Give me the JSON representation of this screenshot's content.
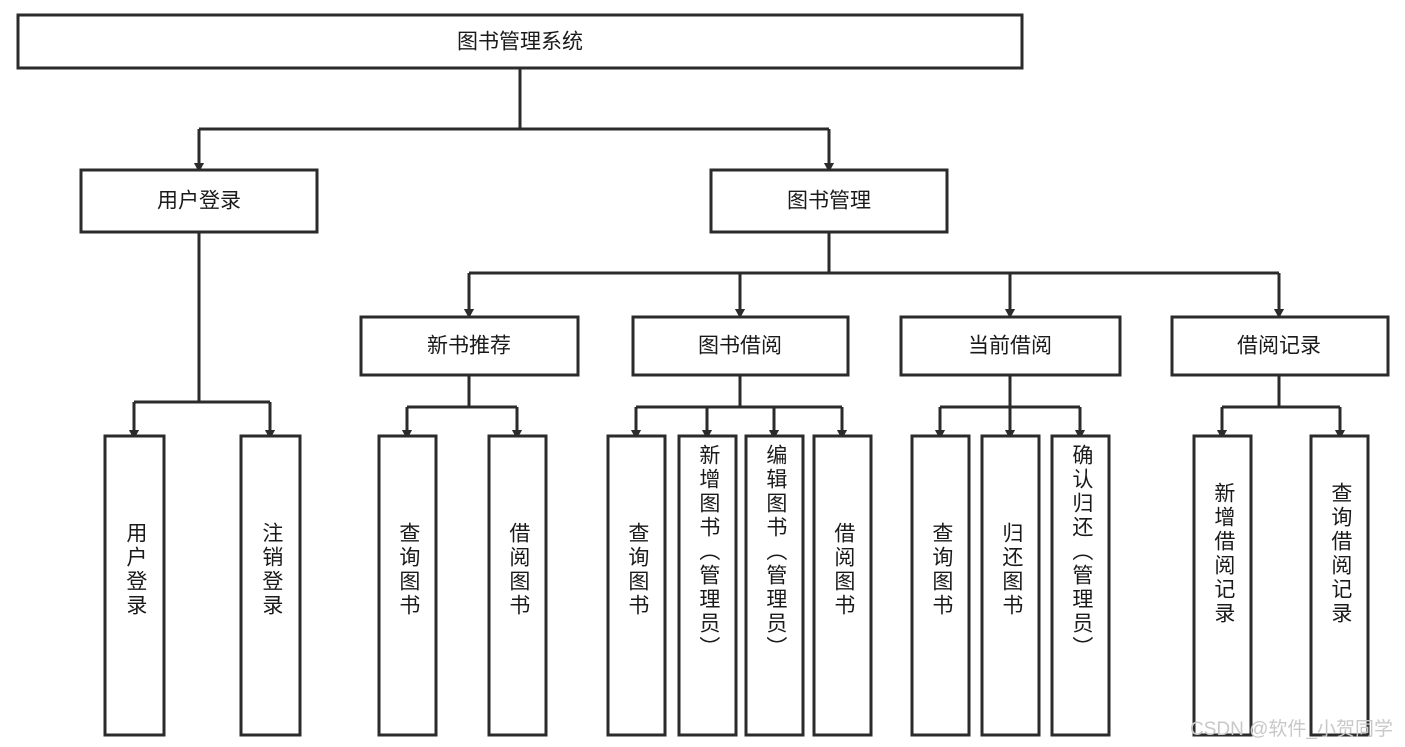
{
  "diagram": {
    "title": "图书管理系统",
    "type": "tree-hierarchy-chart",
    "root": {
      "id": "root",
      "label": "图书管理系统",
      "orientation": "horizontal"
    },
    "level2": [
      {
        "id": "user-login",
        "label": "用户登录",
        "orientation": "horizontal"
      },
      {
        "id": "book-manage",
        "label": "图书管理",
        "orientation": "horizontal"
      }
    ],
    "level3": [
      {
        "id": "new-book-recommend",
        "label": "新书推荐",
        "orientation": "horizontal"
      },
      {
        "id": "book-borrow",
        "label": "图书借阅",
        "orientation": "horizontal"
      },
      {
        "id": "current-borrow",
        "label": "当前借阅",
        "orientation": "horizontal"
      },
      {
        "id": "borrow-record",
        "label": "借阅记录",
        "orientation": "horizontal"
      }
    ],
    "leaves": {
      "user_login": [
        {
          "id": "leaf-user-login",
          "label": "用户登录",
          "orientation": "vertical"
        },
        {
          "id": "leaf-logout-login",
          "label": "注销登录",
          "orientation": "vertical"
        }
      ],
      "new_book_recommend": [
        {
          "id": "leaf-query-book-1",
          "label": "查询图书",
          "orientation": "vertical"
        },
        {
          "id": "leaf-borrow-book-1",
          "label": "借阅图书",
          "orientation": "vertical"
        }
      ],
      "book_borrow": [
        {
          "id": "leaf-query-book-2",
          "label": "查询图书",
          "orientation": "vertical"
        },
        {
          "id": "leaf-add-book",
          "label": "新增图书（管理员）",
          "orientation": "vertical"
        },
        {
          "id": "leaf-edit-book",
          "label": "编辑图书（管理员）",
          "orientation": "vertical"
        },
        {
          "id": "leaf-borrow-book-2",
          "label": "借阅图书",
          "orientation": "vertical"
        }
      ],
      "current_borrow": [
        {
          "id": "leaf-query-book-3",
          "label": "查询图书",
          "orientation": "vertical"
        },
        {
          "id": "leaf-return-book",
          "label": "归还图书",
          "orientation": "vertical"
        },
        {
          "id": "leaf-confirm-return",
          "label": "确认归还（管理员）",
          "orientation": "vertical"
        }
      ],
      "borrow_record": [
        {
          "id": "leaf-add-record",
          "label": "新增借阅记录",
          "orientation": "vertical"
        },
        {
          "id": "leaf-query-record",
          "label": "查询借阅记录",
          "orientation": "vertical"
        }
      ]
    },
    "colors": {
      "stroke": "#2b2b2b",
      "fill": "#ffffff",
      "text": "#1a1a1a",
      "watermark": "#c8c8c8",
      "background": "#ffffff"
    }
  },
  "watermark": {
    "text": "CSDN @软件_小贺同学"
  }
}
